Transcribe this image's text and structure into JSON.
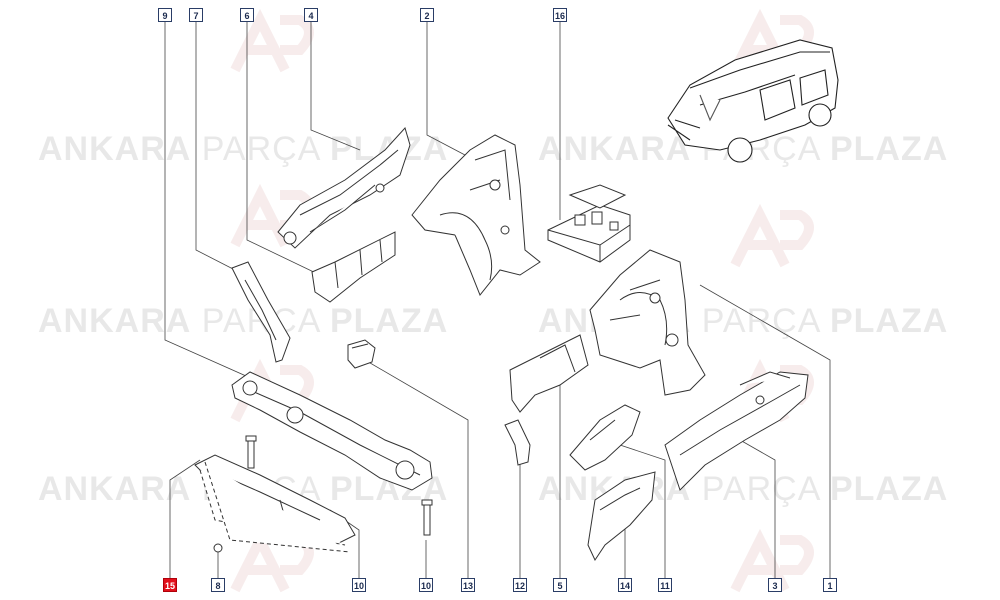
{
  "watermark": {
    "brand_a": "ANKARA",
    "brand_b": "PARÇA",
    "brand_c": "PLAZA"
  },
  "callouts": [
    {
      "id": "c9",
      "label": "9"
    },
    {
      "id": "c7",
      "label": "7"
    },
    {
      "id": "c6",
      "label": "6"
    },
    {
      "id": "c4",
      "label": "4"
    },
    {
      "id": "c2",
      "label": "2"
    },
    {
      "id": "c16",
      "label": "16"
    },
    {
      "id": "c15",
      "label": "15",
      "highlight": true
    },
    {
      "id": "c8",
      "label": "8"
    },
    {
      "id": "c10a",
      "label": "10"
    },
    {
      "id": "c10b",
      "label": "10"
    },
    {
      "id": "c13",
      "label": "13"
    },
    {
      "id": "c12",
      "label": "12"
    },
    {
      "id": "c5",
      "label": "5"
    },
    {
      "id": "c14",
      "label": "14"
    },
    {
      "id": "c11",
      "label": "11"
    },
    {
      "id": "c3",
      "label": "3"
    },
    {
      "id": "c1",
      "label": "1"
    }
  ],
  "colors": {
    "highlight": "#e2101b",
    "line": "#333333",
    "callout_border": "#2a3d66"
  }
}
